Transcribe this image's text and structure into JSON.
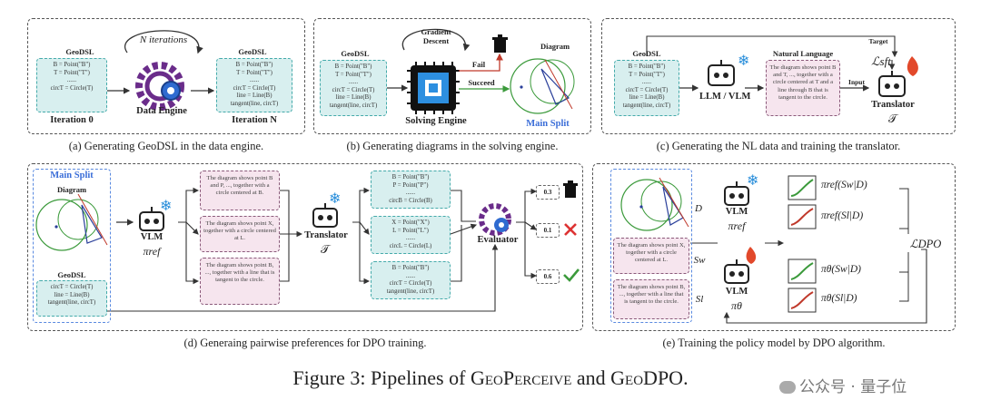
{
  "panel_a": {
    "code_title_left": "GeoDSL",
    "code_left": [
      "B = Point(\"B\")",
      "T = Point(\"T\")",
      "......",
      "circT = Circle(T)"
    ],
    "iter_left": "Iteration 0",
    "n_iter": "N iterations",
    "engine": "Data Engine",
    "code_title_right": "GeoDSL",
    "code_right": [
      "B = Point(\"B\")",
      "T = Point(\"T\")",
      "......",
      "circT = Circle(T)",
      "line = Line(B)",
      "tangent(line, circT)"
    ],
    "iter_right": "Iteration N",
    "caption": "(a) Generating GeoDSL in the data engine."
  },
  "panel_b": {
    "code_title": "GeoDSL",
    "code": [
      "B = Point(\"B\")",
      "T = Point(\"T\")",
      "......",
      "circT = Circle(T)",
      "line = Line(B)",
      "tangent(line, circT)"
    ],
    "gradient": "Gradient Descent",
    "fail": "Fail",
    "succeed": "Succeed",
    "diagram": "Diagram",
    "engine": "Solving Engine",
    "main_split": "Main Split",
    "caption": "(b) Generating diagrams in the solving engine."
  },
  "panel_c": {
    "code_title": "GeoDSL",
    "code": [
      "B = Point(\"B\")",
      "T = Point(\"T\")",
      "......",
      "circT = Circle(T)",
      "line = Line(B)",
      "tangent(line, circT)"
    ],
    "target": "Target",
    "nl_title": "Natural Language",
    "nl_text": "The diagram shows point B and T, ..., together with a circle centered at T and a line through B that is tangent to the circle.",
    "llm": "LLM / VLM",
    "loss": "ℒsft",
    "input": "Input",
    "translator": "Translator",
    "translator_sym": "𝒯",
    "caption": "(c) Generating the NL data and training the translator."
  },
  "panel_d": {
    "main_split": "Main Split",
    "diagram": "Diagram",
    "code_title": "GeoDSL",
    "code": [
      "circT = Circle(T)",
      "line = Line(B)",
      "tangent(line, circT)"
    ],
    "vlm": "VLM",
    "pi_ref": "πref",
    "nl": [
      "The diagram shows point B and P, ..., together with a circle centered at B.",
      "The diagram shows point X, together with a circle centered at L.",
      "The diagram shows point B, ..., together with a line that is tangent to the circle."
    ],
    "translator": "Translator",
    "translator_sym": "𝒯",
    "codes": [
      [
        "B = Point(\"B\")",
        "P = Point(\"P\")",
        "......",
        "circB = Circle(B)"
      ],
      [
        "X = Point(\"X\")",
        "L = Point(\"L\")",
        "......",
        "circL = Circle(L)"
      ],
      [
        "B = Point(\"B\")",
        "......",
        "circT = Circle(T)",
        "tangent(line, circT)"
      ]
    ],
    "evaluator": "Evaluator",
    "scores": [
      "0.3",
      "0.1",
      "0.6"
    ],
    "caption": "(d) Generaing pairwise preferences for DPO training."
  },
  "panel_e": {
    "d": "D",
    "vlm": "VLM",
    "pi_ref": "πref",
    "pi_theta": "πθ",
    "sw": "Sw",
    "sl": "Sl",
    "nl": [
      "The diagram shows point X, together with a circle centered at L.",
      "The diagram shows point B, ..., together with a line that is tangent to the circle."
    ],
    "terms": [
      "πref(Sw|D)",
      "πref(Sl|D)",
      "πθ(Sw|D)",
      "πθ(Sl|D)"
    ],
    "loss": "ℒDPO",
    "caption": "(e) Training the policy model by DPO algorithm."
  },
  "figure_title_prefix": "Figure 3: Pipelines of ",
  "figure_title_a": "GeoPerceive",
  "figure_title_mid": " and ",
  "figure_title_b": "GeoDPO",
  "figure_title_end": ".",
  "watermark": "公众号 · 量子位"
}
